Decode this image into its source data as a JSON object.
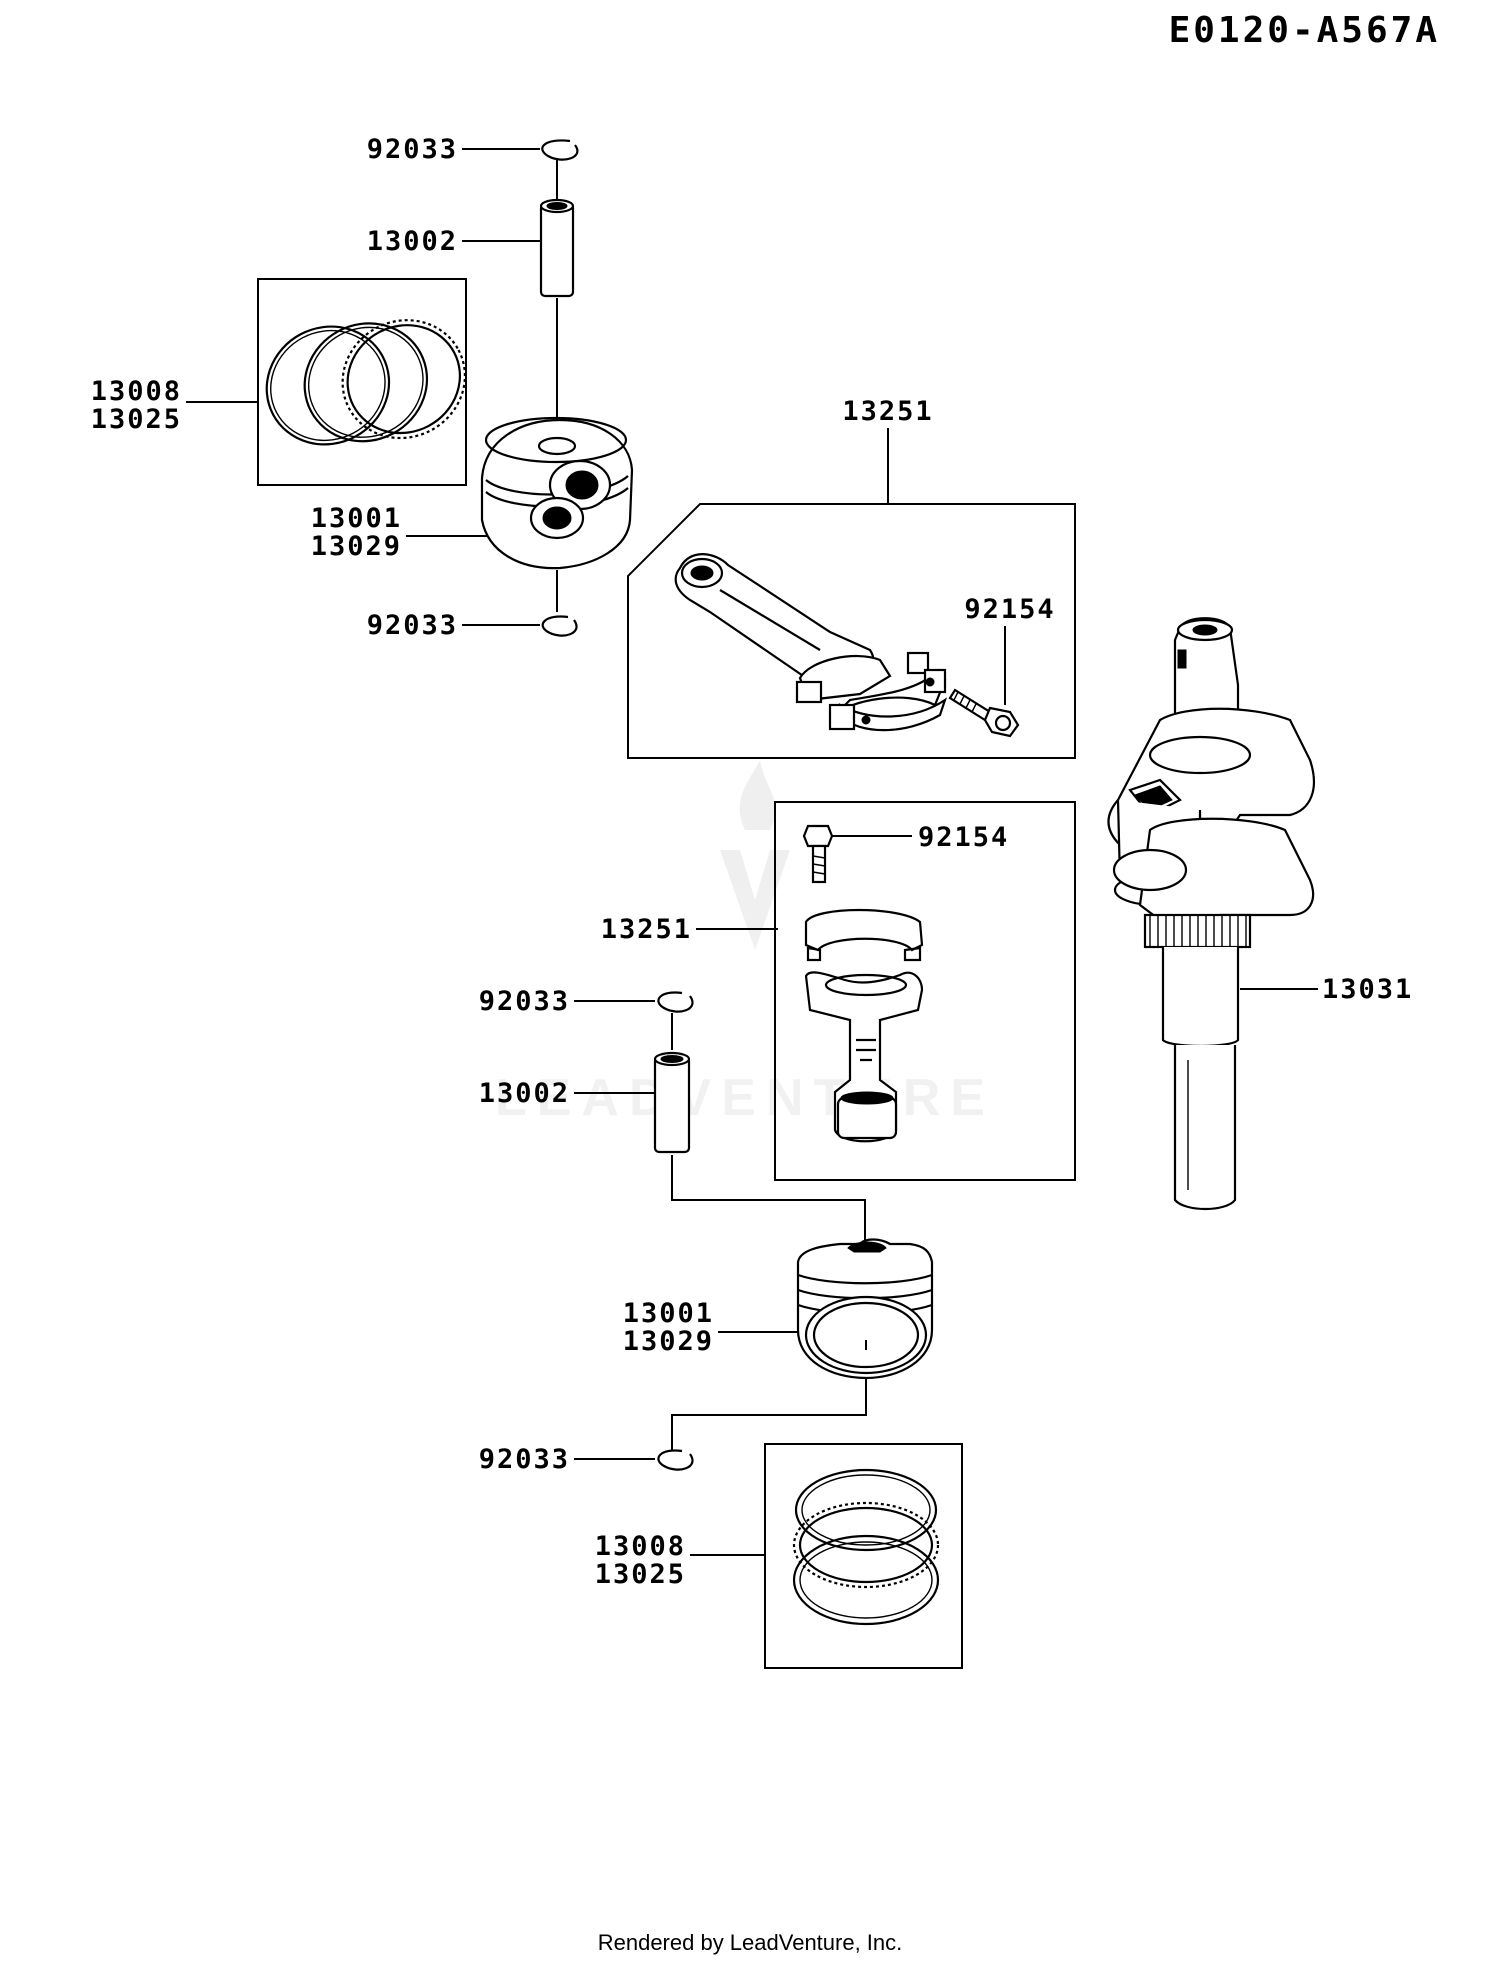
{
  "diagram_ref": "E0120-A567A",
  "footer": "Rendered by LeadVenture, Inc.",
  "watermark": "LEADVENTURE",
  "callouts": {
    "upper": {
      "clip_top": "92033",
      "pin": "13002",
      "rings": [
        "13008",
        "13025"
      ],
      "piston": [
        "13001",
        "13029"
      ],
      "clip_bottom": "92033",
      "rod_group": "13251",
      "rod_bolt": "92154"
    },
    "lower": {
      "rod_bolt": "92154",
      "rod_group": "13251",
      "clip_top": "92033",
      "pin": "13002",
      "piston": [
        "13001",
        "13029"
      ],
      "clip_bottom": "92033",
      "rings": [
        "13008",
        "13025"
      ]
    },
    "crankshaft": "13031"
  }
}
